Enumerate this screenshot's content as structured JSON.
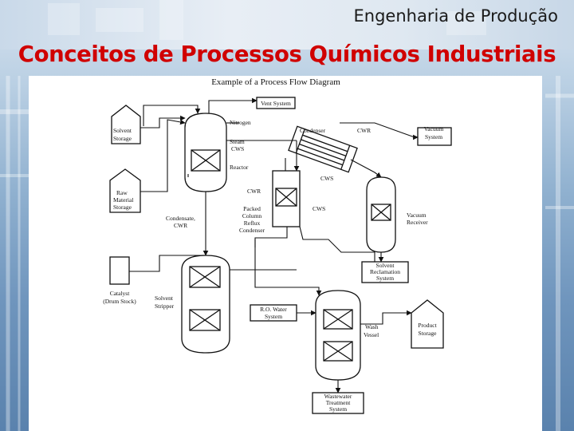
{
  "header": {
    "subtitle": "Engenharia de Produção",
    "title": "Conceitos de Processos Químicos Industriais"
  },
  "diagram": {
    "caption": "Example of a Process Flow Diagram",
    "labels": {
      "vent_system": "Vent System",
      "nitrogen": "Nitrogen",
      "solvent_storage": [
        "Solvent",
        "Storage"
      ],
      "steam_cws": [
        "Steam",
        "CWS"
      ],
      "reactor": "Reactor",
      "condenser": "Condenser",
      "cwr_top": "CWR",
      "vacuum_system": [
        "Vacuum",
        "System"
      ],
      "cws_mid": "CWS",
      "raw_material_storage": [
        "Raw",
        "Material",
        "Storage"
      ],
      "cwr_mid": "CWR",
      "condensate_cwr": [
        "Condensate,",
        "CWR"
      ],
      "packed_column": [
        "Packed",
        "Column",
        "Reflux",
        "Condenser"
      ],
      "cws_right": "CWS",
      "vacuum_receiver": [
        "Vacuum",
        "Receiver"
      ],
      "solvent_reclamation": [
        "Solvent",
        "Reclamation",
        "System"
      ],
      "catalyst": [
        "Catalyst",
        "(Drum Stock)"
      ],
      "solvent_stripper": [
        "Solvent",
        "Stripper"
      ],
      "ro_water": [
        "R.O. Water",
        "System"
      ],
      "wash_vessel": [
        "Wash",
        "Vessel"
      ],
      "product_storage": [
        "Product",
        "Storage"
      ],
      "wastewater": [
        "Wastewater",
        "Treatment",
        "System"
      ]
    }
  }
}
